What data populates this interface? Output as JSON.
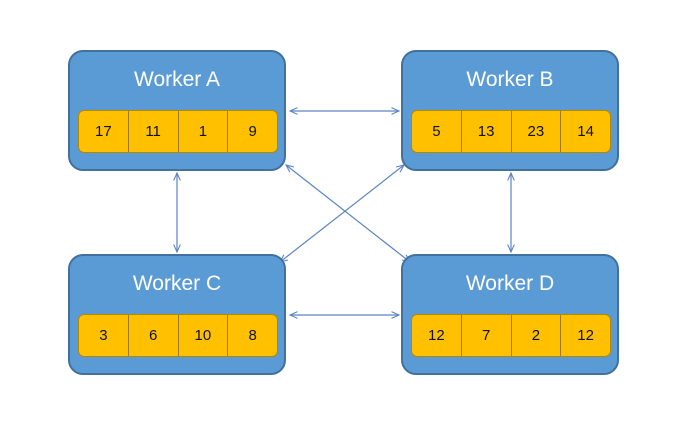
{
  "workers": [
    {
      "id": "a",
      "title": "Worker A",
      "values": [
        "17",
        "11",
        "1",
        "9"
      ]
    },
    {
      "id": "b",
      "title": "Worker B",
      "values": [
        "5",
        "13",
        "23",
        "14"
      ]
    },
    {
      "id": "c",
      "title": "Worker C",
      "values": [
        "3",
        "6",
        "10",
        "8"
      ]
    },
    {
      "id": "d",
      "title": "Worker D",
      "values": [
        "12",
        "7",
        "2",
        "12"
      ]
    }
  ],
  "connections": [
    {
      "from": "Worker A",
      "to": "Worker B"
    },
    {
      "from": "Worker A",
      "to": "Worker C"
    },
    {
      "from": "Worker A",
      "to": "Worker D"
    },
    {
      "from": "Worker B",
      "to": "Worker C"
    },
    {
      "from": "Worker B",
      "to": "Worker D"
    },
    {
      "from": "Worker C",
      "to": "Worker D"
    }
  ],
  "colors": {
    "worker_fill": "#5b9bd5",
    "worker_border": "#41719c",
    "cell_fill": "#ffc000",
    "arrow": "#5b84c4"
  }
}
